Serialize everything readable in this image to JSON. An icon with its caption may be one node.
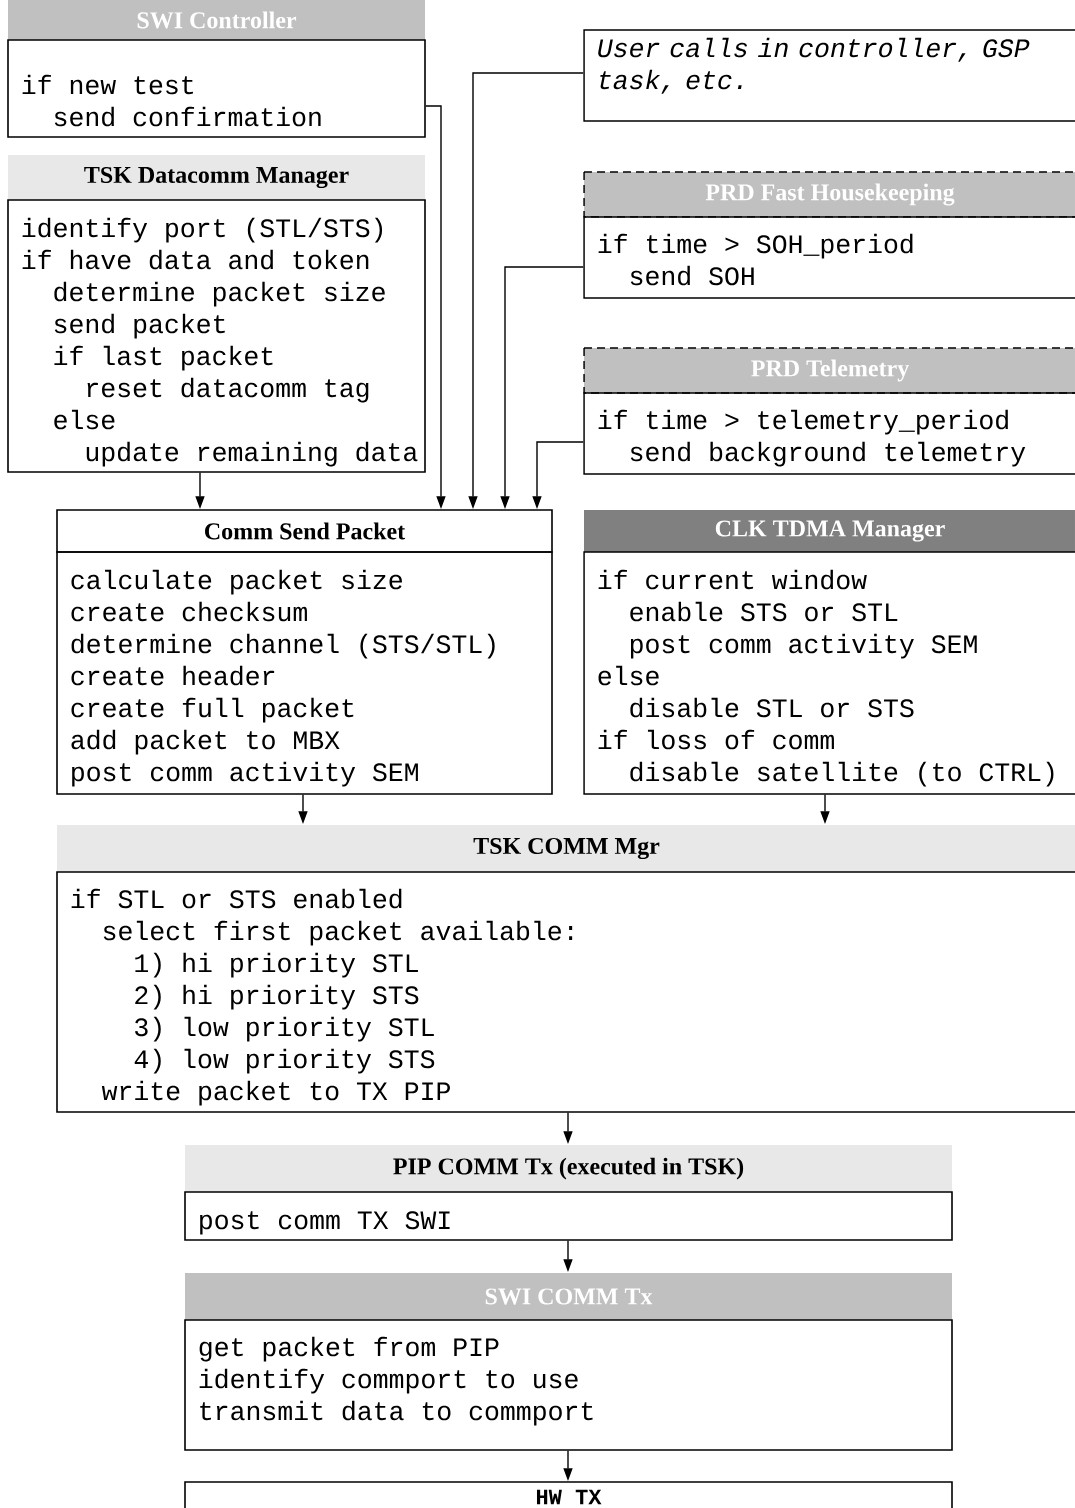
{
  "diagram": {
    "nodes": [
      {
        "text": [
          "SWI Controller",
          "if new test",
          "send confirmation"
        ]
      },
      {
        "text": [
          "TSK Datacomm Manager",
          "identify port (STL/STS)",
          "if have data and token",
          "determine packet size",
          "send packet",
          "if last packet",
          "reset datacomm tag",
          "else",
          "update remaining data"
        ]
      },
      {
        "text": [
          "User calls in controller, GSP task, etc."
        ]
      },
      {
        "text": [
          "PRD Fast Housekeeping",
          "if time > SOH_period",
          "send SOH"
        ]
      },
      {
        "text": [
          "PRD Telemetry",
          "if time > telemetry_period",
          "send background telemetry"
        ]
      },
      {
        "text": [
          "Comm Send Packet",
          "calculate packet size",
          "create checksum",
          "determine channel (STS/STL)",
          "create header",
          "create full packet",
          "add packet to MBX",
          "post comm activity SEM"
        ]
      },
      {
        "text": [
          "CLK TDMA Manager",
          "if current window",
          "enable STS or STL",
          "post comm activity SEM",
          "else",
          "disable STL or STS",
          "if loss of comm",
          "disable satellite (to CTRL)"
        ]
      },
      {
        "text": [
          "TSK COMM Mgr",
          "if STL or STS enabled",
          "select first packet available:",
          "1) hi priority STL",
          "2) hi priority STS",
          "3) low priority STL",
          "4) low priority STS",
          "write packet to TX PIP"
        ]
      },
      {
        "text": [
          "PIP COMM Tx (executed in TSK)",
          "post comm TX SWI"
        ]
      },
      {
        "text": [
          "SWI COMM Tx",
          "get packet from PIP",
          "identify commport to use",
          "transmit data to commport"
        ]
      },
      {
        "text": [
          "HW TX"
        ]
      }
    ],
    "edges": [
      {
        "from": 0,
        "to": 5,
        "arrow": "to"
      },
      {
        "from": 1,
        "to": 5,
        "arrow": "to"
      },
      {
        "from": 2,
        "to": 5,
        "arrow": "to"
      },
      {
        "from": 3,
        "to": 5,
        "arrow": "to"
      },
      {
        "from": 4,
        "to": 5,
        "arrow": "to"
      },
      {
        "from": 5,
        "to": 7,
        "arrow": "to"
      },
      {
        "from": 6,
        "to": 7,
        "arrow": "to"
      },
      {
        "from": 7,
        "to": 8,
        "arrow": "to"
      },
      {
        "from": 8,
        "to": 9,
        "arrow": "to"
      },
      {
        "from": 9,
        "to": 10,
        "arrow": "to"
      }
    ]
  }
}
